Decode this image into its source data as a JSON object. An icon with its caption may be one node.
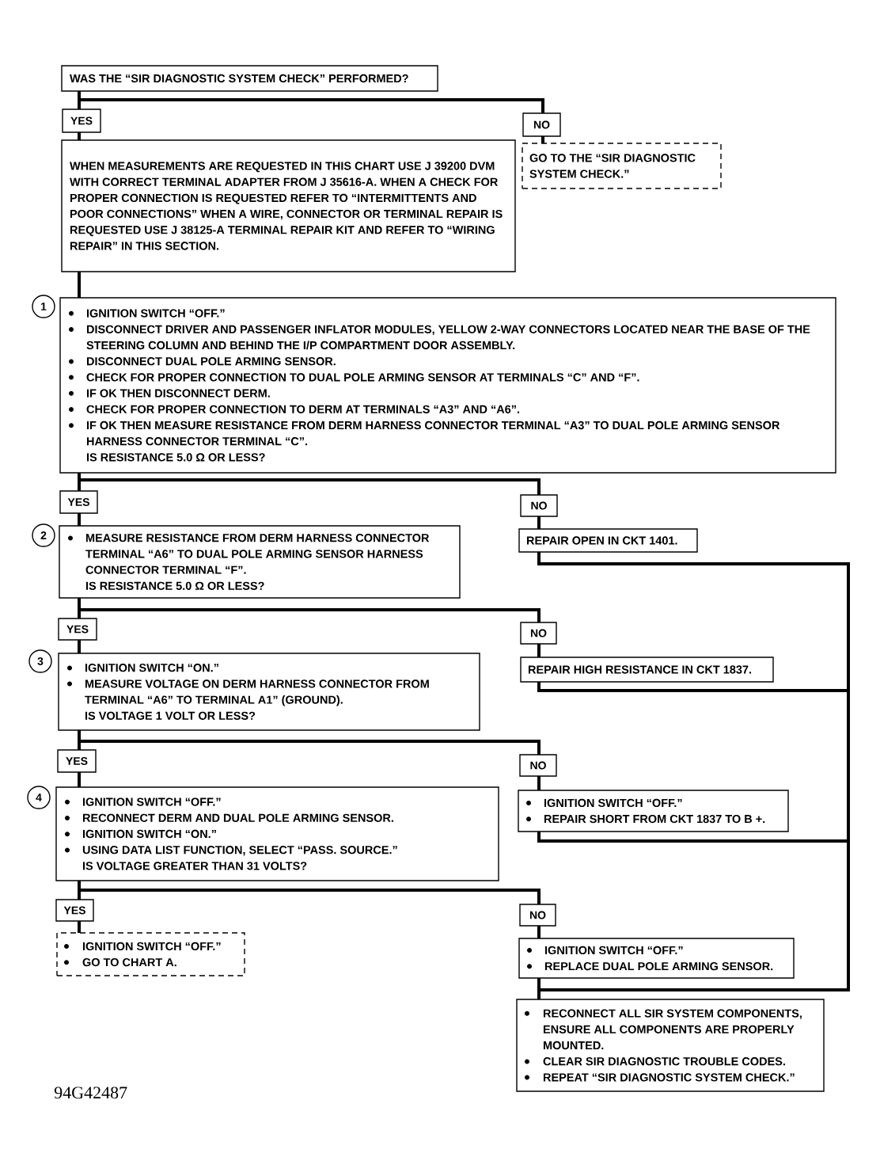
{
  "diagram": {
    "nodes": [
      {
        "text": [
          "WAS THE “SIR DIAGNOSTIC SYSTEM CHECK” PERFORMED?"
        ]
      },
      {
        "text": [
          "YES"
        ]
      },
      {
        "text": [
          "NO"
        ]
      },
      {
        "text": [
          "WHEN MEASUREMENTS ARE REQUESTED IN THIS CHART USE J 39200 DVM WITH CORRECT TERMINAL ADAPTER FROM J 35616-A. WHEN A CHECK FOR PROPER CONNECTION IS REQUESTED REFER TO “INTERMITTENTS AND POOR CONNECTIONS” WHEN A WIRE, CONNECTOR OR TERMINAL REPAIR IS REQUESTED USE J 38125-A TERMINAL REPAIR KIT AND REFER TO “WIRING REPAIR” IN THIS SECTION."
        ]
      },
      {
        "text": [
          "GO TO THE “SIR DIAGNOSTIC SYSTEM CHECK.”"
        ]
      },
      {
        "text": [
          "IGNITION SWITCH “OFF.”",
          "DISCONNECT DRIVER AND PASSENGER INFLATOR MODULES, YELLOW 2-WAY CONNECTORS LOCATED NEAR THE BASE OF THE STEERING COLUMN AND BEHIND THE I/P COMPARTMENT DOOR ASSEMBLY.",
          "DISCONNECT DUAL POLE ARMING SENSOR.",
          "CHECK FOR PROPER CONNECTION TO DUAL POLE ARMING SENSOR AT TERMINALS “C” AND “F”.",
          "IF OK THEN DISCONNECT DERM.",
          "CHECK FOR PROPER CONNECTION TO DERM AT TERMINALS “A3” AND “A6”.",
          "IF OK THEN MEASURE RESISTANCE FROM DERM HARNESS CONNECTOR TERMINAL “A3” TO DUAL POLE ARMING SENSOR HARNESS CONNECTOR TERMINAL “C”.",
          "IS RESISTANCE 5.0 Ω OR LESS?"
        ],
        "beside": [
          "1"
        ]
      },
      {
        "text": [
          "YES"
        ]
      },
      {
        "text": [
          "NO"
        ]
      },
      {
        "text": [
          "MEASURE RESISTANCE FROM DERM HARNESS CONNECTOR TERMINAL “A6” TO DUAL POLE ARMING SENSOR HARNESS CONNECTOR TERMINAL “F”.",
          "IS RESISTANCE 5.0 Ω OR LESS?"
        ],
        "beside": [
          "2"
        ]
      },
      {
        "text": [
          "REPAIR OPEN IN CKT 1401."
        ]
      },
      {
        "text": [
          "YES"
        ]
      },
      {
        "text": [
          "NO"
        ]
      },
      {
        "text": [
          "IGNITION SWITCH “ON.”",
          "MEASURE VOLTAGE ON DERM HARNESS CONNECTOR FROM TERMINAL “A6” TO TERMINAL A1” (GROUND).",
          "IS VOLTAGE 1 VOLT OR LESS?"
        ],
        "beside": [
          "3"
        ]
      },
      {
        "text": [
          "REPAIR HIGH RESISTANCE IN CKT 1837."
        ]
      },
      {
        "text": [
          "YES"
        ]
      },
      {
        "text": [
          "NO"
        ]
      },
      {
        "text": [
          "IGNITION SWITCH “OFF.”",
          "RECONNECT DERM AND DUAL POLE ARMING SENSOR.",
          "IGNITION SWITCH “ON.”",
          "USING DATA LIST FUNCTION, SELECT “PASS. SOURCE.”",
          "IS VOLTAGE GREATER THAN 31 VOLTS?"
        ],
        "beside": [
          "4"
        ]
      },
      {
        "text": [
          "IGNITION SWITCH “OFF.”",
          "REPAIR SHORT FROM CKT 1837 TO B +."
        ]
      },
      {
        "text": [
          "YES"
        ]
      },
      {
        "text": [
          "NO"
        ]
      },
      {
        "text": [
          "IGNITION SWITCH “OFF.”",
          "GO TO CHART A."
        ]
      },
      {
        "text": [
          "IGNITION SWITCH “OFF.”",
          "REPLACE DUAL POLE ARMING SENSOR."
        ]
      },
      {
        "text": [
          "RECONNECT ALL SIR SYSTEM COMPONENTS, ENSURE ALL COMPONENTS ARE PROPERLY MOUNTED.",
          "CLEAR SIR DIAGNOSTIC TROUBLE CODES.",
          "REPEAT “SIR DIAGNOSTIC SYSTEM CHECK.”"
        ]
      }
    ],
    "edges": [
      {
        "from": 0,
        "to": 1,
        "arrow": "none"
      },
      {
        "from": 0,
        "to": 2,
        "arrow": "none"
      },
      {
        "from": 1,
        "to": 3,
        "arrow": "none"
      },
      {
        "from": 2,
        "to": 4,
        "arrow": "none"
      },
      {
        "from": 3,
        "to": 5,
        "arrow": "none"
      },
      {
        "from": 5,
        "to": 6,
        "arrow": "none"
      },
      {
        "from": 5,
        "to": 7,
        "arrow": "none"
      },
      {
        "from": 6,
        "to": 8,
        "arrow": "none"
      },
      {
        "from": 7,
        "to": 9,
        "arrow": "none"
      },
      {
        "from": 8,
        "to": 10,
        "arrow": "none"
      },
      {
        "from": 8,
        "to": 11,
        "arrow": "none"
      },
      {
        "from": 10,
        "to": 12,
        "arrow": "none"
      },
      {
        "from": 11,
        "to": 13,
        "arrow": "none"
      },
      {
        "from": 12,
        "to": 14,
        "arrow": "none"
      },
      {
        "from": 12,
        "to": 15,
        "arrow": "none"
      },
      {
        "from": 14,
        "to": 16,
        "arrow": "none"
      },
      {
        "from": 15,
        "to": 17,
        "arrow": "none"
      },
      {
        "from": 16,
        "to": 18,
        "arrow": "none"
      },
      {
        "from": 16,
        "to": 19,
        "arrow": "none"
      },
      {
        "from": 18,
        "to": 20,
        "arrow": "none"
      },
      {
        "from": 19,
        "to": 21,
        "arrow": "none"
      },
      {
        "from": 21,
        "to": 22,
        "arrow": "none"
      },
      {
        "from": 9,
        "to": 22,
        "arrow": "none"
      },
      {
        "from": 13,
        "to": 22,
        "arrow": "none"
      },
      {
        "from": 17,
        "to": 22,
        "arrow": "none"
      }
    ],
    "labels": [
      "94G42487"
    ]
  }
}
